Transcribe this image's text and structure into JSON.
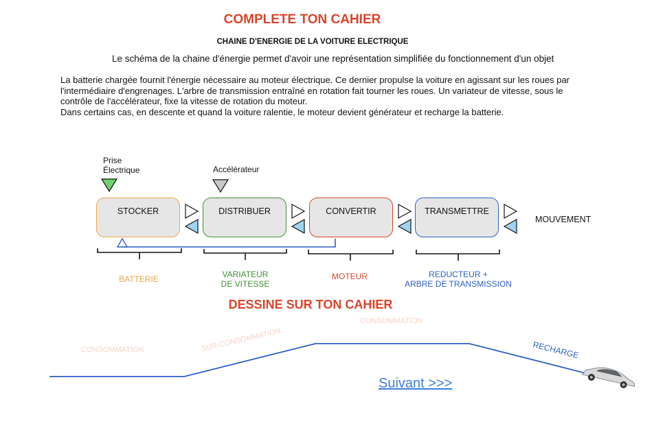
{
  "header": {
    "title": "COMPLETE TON CAHIER",
    "subtitle": "CHAINE  D'ENERGIE DE LA VOITURE ELECTRIQUE",
    "intro": "Le schéma de la chaine d'énergie permet d'avoir une représentation simplifiée du fonctionnement d'un objet"
  },
  "paragraph": {
    "line1": "La batterie chargée fournit l'énergie nécessaire au moteur électrique. Ce dernier propulse la voiture en agissant sur les roues par l'intermédiaire d'engrenages. L'arbre de transmission entraîné en rotation fait tourner les roues. Un variateur de vitesse, sous le contrôle de l'accélérateur, fixe la vitesse de rotation du moteur.",
    "line2": "Dans certains cas, en descente et quand la voiture ralentie, le moteur devient générateur et recharge la batterie."
  },
  "diagram": {
    "input_label": "Prise\nÉlectrique",
    "control_label": "Accélérateur",
    "output_label": "MOUVEMENT",
    "functions": [
      {
        "label": "STOCKER",
        "color": "#f0a449"
      },
      {
        "label": "DISTRIBUER",
        "color": "#3f8f35"
      },
      {
        "label": "CONVERTIR",
        "color": "#d9452b"
      },
      {
        "label": "TRANSMETTRE",
        "color": "#2b5fc7"
      }
    ],
    "components": [
      {
        "label": "BATTERIE",
        "color": "#f0a449"
      },
      {
        "label": "VARIATEUR\nDE VITESSE",
        "color": "#3f8f35"
      },
      {
        "label": "MOTEUR",
        "color": "#d9452b"
      },
      {
        "label": "REDUCTEUR +\nARBRE DE TRANSMISSION",
        "color": "#2b5fc7"
      }
    ],
    "colors": {
      "input_arrow": "#6fd36f",
      "control_arrow": "#c8c8c8",
      "return_arrow": "#9fd3f0",
      "return_line": "#2b5fc7"
    }
  },
  "section2": {
    "title": "DESSINE SUR TON CAHIER",
    "labels": {
      "consommation_left": "CONSOMMATION",
      "sur_consommation": "SUR-CONSOMMATION",
      "consommation_top": "CONSOMMATION",
      "recharge": "RECHARGE"
    },
    "road_color": "#2b5fc7"
  },
  "navigation": {
    "next": "Suivant >>>"
  }
}
